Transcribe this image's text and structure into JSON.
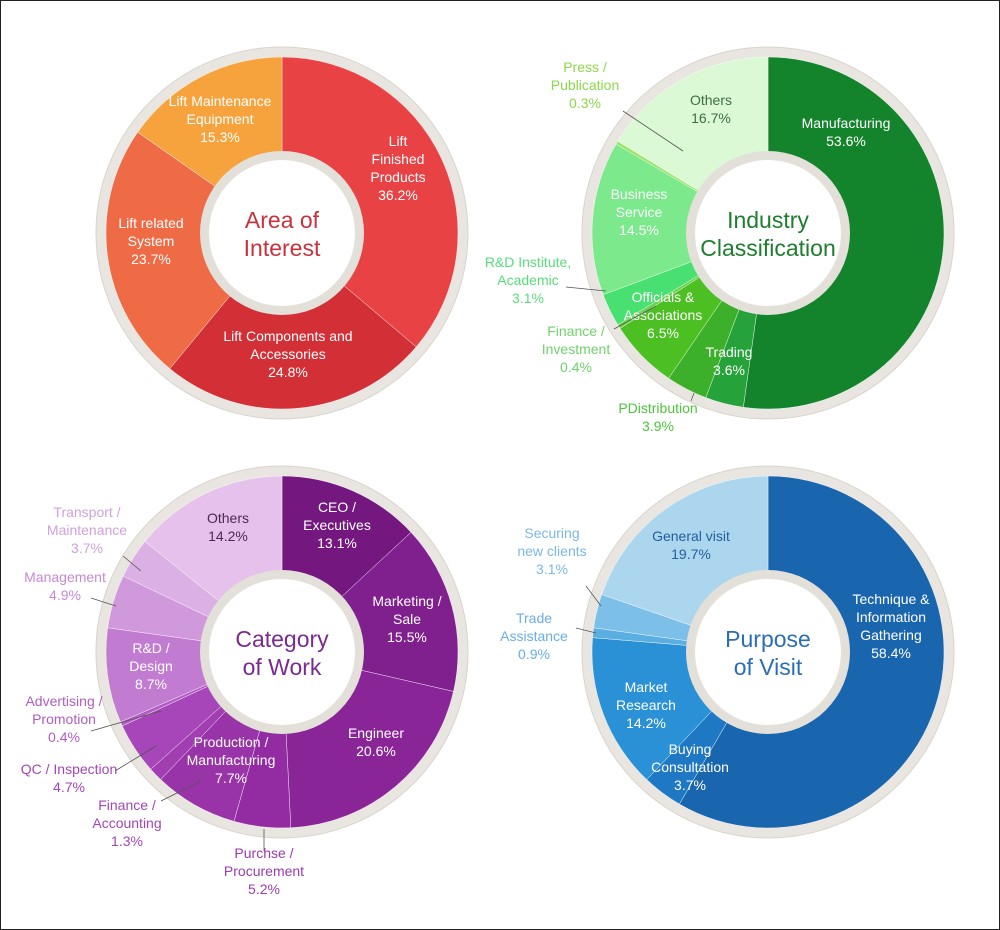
{
  "chart_data": [
    {
      "type": "pie",
      "title": "Area of Interest",
      "title_lines": [
        "Area of",
        "Interest"
      ],
      "title_color": "#c8323c",
      "slices": [
        {
          "lines": [
            "Lift",
            "Finished",
            "Products",
            "36.2%"
          ],
          "name": "Lift Finished Products",
          "value": 36.2,
          "color": "#e84244"
        },
        {
          "lines": [
            "Lift Components and",
            "Accessories",
            "24.8%"
          ],
          "name": "Lift Components and Accessories",
          "value": 24.8,
          "color": "#d23036"
        },
        {
          "lines": [
            "Lift related",
            "System",
            "23.7%"
          ],
          "name": "Lift related System",
          "value": 23.7,
          "color": "#ee6b45"
        },
        {
          "lines": [
            "Lift Maintenance",
            "Equipment",
            "15.3%"
          ],
          "name": "Lift Maintenance Equipment",
          "value": 15.3,
          "color": "#f6a33d"
        }
      ]
    },
    {
      "type": "pie",
      "title": "Industry Classification",
      "title_lines": [
        "Industry",
        "Classification"
      ],
      "title_color": "#1f7d2e",
      "slices": [
        {
          "lines": [
            "Manufacturing",
            "53.6%"
          ],
          "name": "Manufacturing",
          "value": 53.6,
          "color": "#14842c"
        },
        {
          "lines": [
            "Trading",
            "3.6%"
          ],
          "name": "Trading",
          "value": 3.6,
          "color": "#26a23a"
        },
        {
          "lines": [
            "PDistribution",
            "3.9%"
          ],
          "name": "PDistribution",
          "value": 3.9,
          "color": "#3cb02a"
        },
        {
          "lines": [
            "Officials &",
            "Associations",
            "6.5%"
          ],
          "name": "Officials & Associations",
          "value": 6.5,
          "color": "#4cbf22"
        },
        {
          "lines": [
            "Finance /",
            "Investment",
            "0.4%"
          ],
          "name": "Finance / Investment",
          "value": 0.4,
          "color": "#6ad14a"
        },
        {
          "lines": [
            "R&D Institute,",
            "Academic",
            "3.1%"
          ],
          "name": "R&D Institute, Academic",
          "value": 3.1,
          "color": "#48e070"
        },
        {
          "lines": [
            "Business",
            "Service",
            "14.5%"
          ],
          "name": "Business Service",
          "value": 14.5,
          "color": "#7be98c"
        },
        {
          "lines": [
            "Press /",
            "Publication",
            "0.3%"
          ],
          "name": "Press / Publication",
          "value": 0.3,
          "color": "#9ce36a"
        },
        {
          "lines": [
            "Others",
            "16.7%"
          ],
          "name": "Others",
          "value": 16.7,
          "color": "#daf9d4"
        }
      ]
    },
    {
      "type": "pie",
      "title": "Category of Work",
      "title_lines": [
        "Category",
        "of Work"
      ],
      "title_color": "#7a2a90",
      "slices": [
        {
          "lines": [
            "CEO /",
            "Executives",
            "13.1%"
          ],
          "name": "CEO / Executives",
          "value": 13.1,
          "color": "#74177e"
        },
        {
          "lines": [
            "Marketing /",
            "Sale",
            "15.5%"
          ],
          "name": "Marketing / Sale",
          "value": 15.5,
          "color": "#801f8e"
        },
        {
          "lines": [
            "Engineer",
            "20.6%"
          ],
          "name": "Engineer",
          "value": 20.6,
          "color": "#8a2598"
        },
        {
          "lines": [
            "Purchse /",
            "Procurement",
            "5.2%"
          ],
          "name": "Purchse / Procurement",
          "value": 5.2,
          "color": "#932ca3"
        },
        {
          "lines": [
            "Production /",
            "Manufacturing",
            "7.7%"
          ],
          "name": "Production / Manufacturing",
          "value": 7.7,
          "color": "#9834a8"
        },
        {
          "lines": [
            "Finance /",
            "Accounting",
            "1.3%"
          ],
          "name": "Finance / Accounting",
          "value": 1.3,
          "color": "#a03eb2"
        },
        {
          "lines": [
            "QC / Inspection",
            "4.7%"
          ],
          "name": "QC / Inspection",
          "value": 4.7,
          "color": "#a646b8"
        },
        {
          "lines": [
            "Advertising /",
            "Promotion",
            "0.4%"
          ],
          "name": "Advertising / Promotion",
          "value": 0.4,
          "color": "#b35cc4"
        },
        {
          "lines": [
            "R&D /",
            "Design",
            "8.7%"
          ],
          "name": "R&D / Design",
          "value": 8.7,
          "color": "#c17cd2"
        },
        {
          "lines": [
            "Management",
            "4.9%"
          ],
          "name": "Management",
          "value": 4.9,
          "color": "#cf99dc"
        },
        {
          "lines": [
            "Transport /",
            "Maintenance",
            "3.7%"
          ],
          "name": "Transport / Maintenance",
          "value": 3.7,
          "color": "#dbb0e4"
        },
        {
          "lines": [
            "Others",
            "14.2%"
          ],
          "name": "Others",
          "value": 14.2,
          "color": "#e6c1ec"
        }
      ]
    },
    {
      "type": "pie",
      "title": "Purpose of Visit",
      "title_lines": [
        "Purpose",
        "of Visit"
      ],
      "title_color": "#2a6eb4",
      "slices": [
        {
          "lines": [
            "Technique &",
            "Information",
            "Gathering",
            "58.4%"
          ],
          "name": "Technique & Information Gathering",
          "value": 58.4,
          "color": "#1a66ae"
        },
        {
          "lines": [
            "Buying",
            "Consultation",
            "3.7%"
          ],
          "name": "Buying Consultation",
          "value": 3.7,
          "color": "#1f78c3"
        },
        {
          "lines": [
            "Market",
            "Research",
            "14.2%"
          ],
          "name": "Market Research",
          "value": 14.2,
          "color": "#2a91d6"
        },
        {
          "lines": [
            "Trade",
            "Assistance",
            "0.9%"
          ],
          "name": "Trade Assistance",
          "value": 0.9,
          "color": "#5aaee2"
        },
        {
          "lines": [
            "Securing",
            "new clients",
            "3.1%"
          ],
          "name": "Securing new clients",
          "value": 3.1,
          "color": "#7cc0ea"
        },
        {
          "lines": [
            "General visit",
            "19.7%"
          ],
          "name": "General visit",
          "value": 19.7,
          "color": "#acd6ee"
        }
      ]
    }
  ]
}
